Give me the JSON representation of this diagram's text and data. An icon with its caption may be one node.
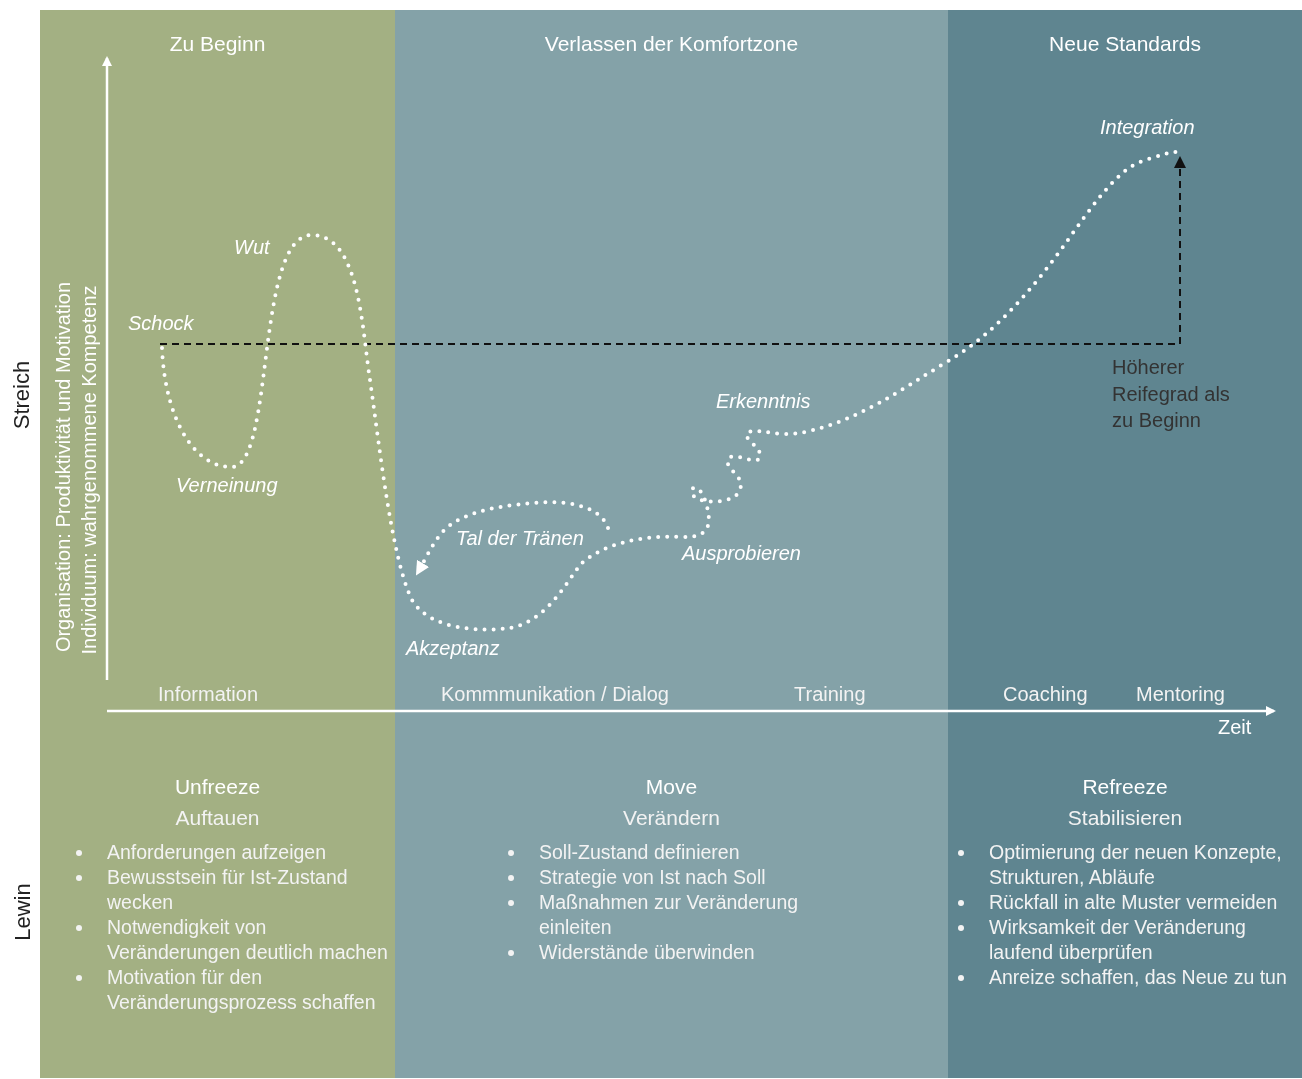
{
  "diagram": {
    "labels": [
      "Zu Beginn",
      "Verlassen der Komfortzone",
      "Neue Standards",
      "Streich",
      "Organisation: Produktivität und Motivation",
      "Individuum: wahrgenommene Kompetenz",
      "Schock",
      "Wut",
      "Verneinung",
      "Tal der Tränen",
      "Akzeptanz",
      "Ausprobieren",
      "Erkenntnis",
      "Integration",
      "Höherer Reifegrad als zu Beginn",
      "Information",
      "Kommmunikation / Dialog",
      "Training",
      "Coaching",
      "Mentoring",
      "Zeit",
      "Lewin",
      "Unfreeze",
      "Auftauen",
      "Anforderungen aufzeigen",
      "Bewusstsein für Ist-Zustand wecken",
      "Notwendigkeit von Veränderungen deutlich machen",
      "Motivation für den Veränderungsprozess schaffen",
      "Move",
      "Verändern",
      "Soll-Zustand definieren",
      "Strategie von Ist nach Soll",
      "Maßnahmen zur Veränderung einleiten",
      "Widerstände überwinden",
      "Refreeze",
      "Stabilisieren",
      "Optimierung der neuen Konzepte, Strukturen, Abläufe",
      "Rückfall in alte Muster vermeiden",
      "Wirksamkeit der Veränderung laufend überprüfen",
      "Anreize schaffen, das Neue zu tun"
    ]
  }
}
